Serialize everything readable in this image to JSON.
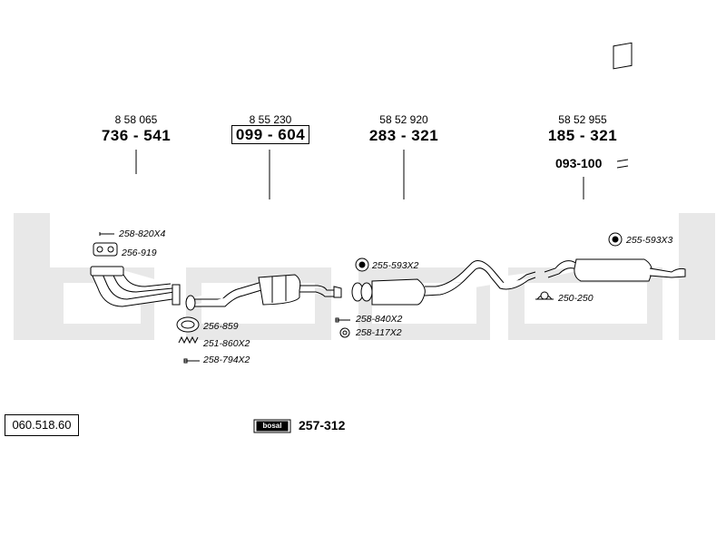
{
  "catalog_number": "060.518.60",
  "columns": [
    {
      "ref": "8 58 065",
      "part": "736 - 541"
    },
    {
      "ref": "8 55 230",
      "part": "099 - 604"
    },
    {
      "ref": "58 52 920",
      "part": "283 - 321"
    },
    {
      "ref": "58 52 955",
      "part": "185 - 321"
    }
  ],
  "bracket_part": "093-100",
  "parts": {
    "p1": "258-820X4",
    "p2": "256-919",
    "p3": "256-859",
    "p4": "251-860X2",
    "p5": "258-794X2",
    "p6": "255-593X2",
    "p7": "258-840X2",
    "p8": "258-117X2",
    "p9": "255-593X3",
    "p10": "250-250"
  },
  "kit": {
    "brand": "bosal",
    "number": "257-312"
  },
  "colors": {
    "watermark": "#e6e6e6",
    "line": "#000000"
  }
}
